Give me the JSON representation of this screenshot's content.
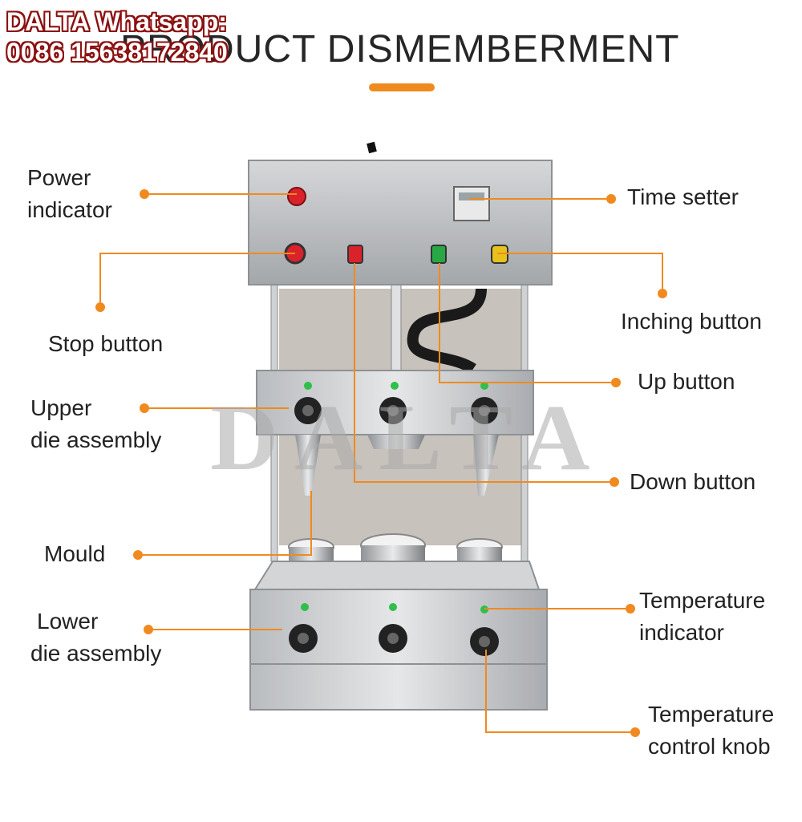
{
  "title": "PRODUCT DISMEMBERMENT",
  "contact": {
    "line1": "DALTA Whatsapp:",
    "line2": "0086 15638172840"
  },
  "watermark": "DALTA",
  "accent_color": "#f08a1f",
  "labels": {
    "power_indicator": [
      "Power",
      "indicator"
    ],
    "stop_button": "Stop button",
    "upper_die": [
      "Upper",
      "die assembly"
    ],
    "mould": "Mould",
    "lower_die": [
      "Lower",
      "die assembly"
    ],
    "time_setter": "Time setter",
    "inching_button": "Inching button",
    "up_button": "Up button",
    "down_button": "Down button",
    "temperature_indicator": [
      "Temperature",
      "indicator"
    ],
    "temperature_knob": [
      "Temperature",
      "control knob"
    ]
  }
}
